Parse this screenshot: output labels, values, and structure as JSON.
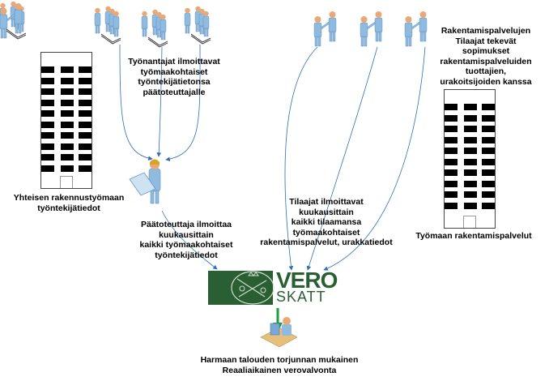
{
  "diagram": {
    "employer_groups": {
      "label": "Työnantajat ilmoittavat\ntyömaakohtaiset\ntyöntekijätietonsa\npäätoteuttajalle",
      "icon": "employee-group-icon",
      "count": 3
    },
    "client_handshakes": {
      "label": "Rakentamispalvelujen\nTilaajat tekevät\nsopimukset\nrakentamispalveluiden\ntuottajien,\nurakoitsijoiden kanssa",
      "icon": "handshake-icon",
      "count": 3
    },
    "left_building": {
      "label": "Yhteisen rakennustyömaan\ntyöntekijätiedot",
      "icon": "building-icon"
    },
    "right_building": {
      "label": "Työmaan rakentamispalvelut",
      "icon": "building-icon"
    },
    "main_contractor": {
      "label": "Päätoteuttaja ilmoittaa\nkuukausittain\nkaikki työmaakohtaiset\ntyöntekijätiedot",
      "icon": "worker-with-blueprint-icon"
    },
    "clients_report": {
      "label": "Tilaajat ilmoittavat\nkuukausittain\nkaikki tilaamansa\ntyömaakohtaiset\nrakentamispalvelut, urakkatiedot"
    },
    "tax_authority": {
      "logo_word_1": "VERO",
      "logo_word_2": "SKATT",
      "icon": "vero-skatt-logo"
    },
    "supervision": {
      "label": "Harmaan talouden torjunnan mukainen\nReaaliaikainen verovalvonta",
      "icon": "officer-at-computer-icon"
    },
    "colors": {
      "connector": "#2e6fb5",
      "vero_green": "#2a5e33",
      "arrow_green": "#1aa33a",
      "person_body": "#8fbbe0",
      "person_head": "#e8a878"
    }
  }
}
